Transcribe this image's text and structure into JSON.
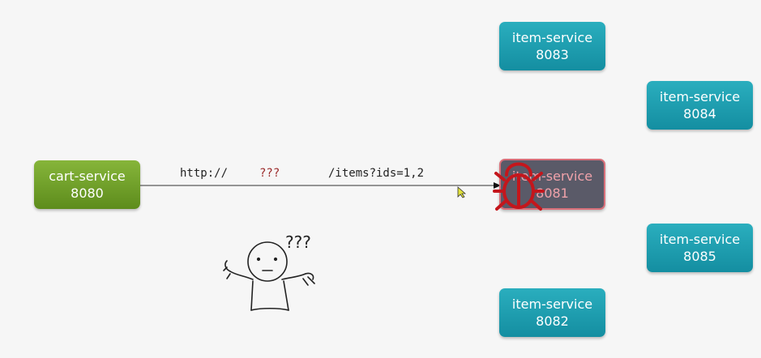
{
  "cart": {
    "name": "cart-service",
    "port": "8080"
  },
  "items": [
    {
      "name": "item-service",
      "port": "8083"
    },
    {
      "name": "item-service",
      "port": "8084"
    },
    {
      "name": "item-service",
      "port": "8081"
    },
    {
      "name": "item-service",
      "port": "8085"
    },
    {
      "name": "item-service",
      "port": "8082"
    }
  ],
  "request": {
    "scheme": "http://",
    "unknown_host": "???",
    "path": "/items?ids=1,2"
  },
  "figure": {
    "question_marks": "???"
  },
  "colors": {
    "item_teal": "#1e9eb0",
    "cart_green": "#72a22b",
    "bug_red": "#c4161c",
    "faulty_node": "#5a5a68"
  }
}
